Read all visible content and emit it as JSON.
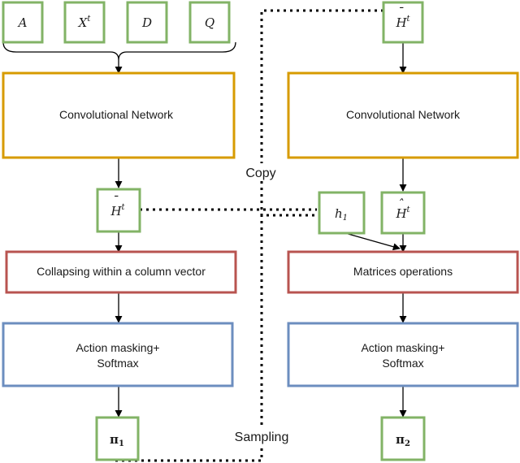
{
  "inputs": {
    "a": "A",
    "x_base": "X",
    "x_sup": "t",
    "d": "D",
    "q": "Q"
  },
  "h_bar": {
    "base": "H",
    "accent": "¯",
    "sup": "t"
  },
  "h_hat": {
    "base": "H",
    "accent": "ˆ",
    "sup": "t"
  },
  "h1": {
    "base": "h",
    "sub": "1"
  },
  "conv_left": "Convolutional Network",
  "conv_right": "Convolutional Network",
  "collapse": "Collapsing within a column vector",
  "matrices": "Matrices operations",
  "mask_left": [
    "Action masking+",
    "Softmax"
  ],
  "mask_right": [
    "Action masking+",
    "Softmax"
  ],
  "pi1": {
    "base": "π",
    "sub": "1"
  },
  "pi2": {
    "base": "π",
    "sub": "2"
  },
  "copy_label": "Copy",
  "sampling_label": "Sampling",
  "colors": {
    "green": "#82b366",
    "orange": "#d79b00",
    "red": "#b85450",
    "blue": "#6c8ebf"
  }
}
